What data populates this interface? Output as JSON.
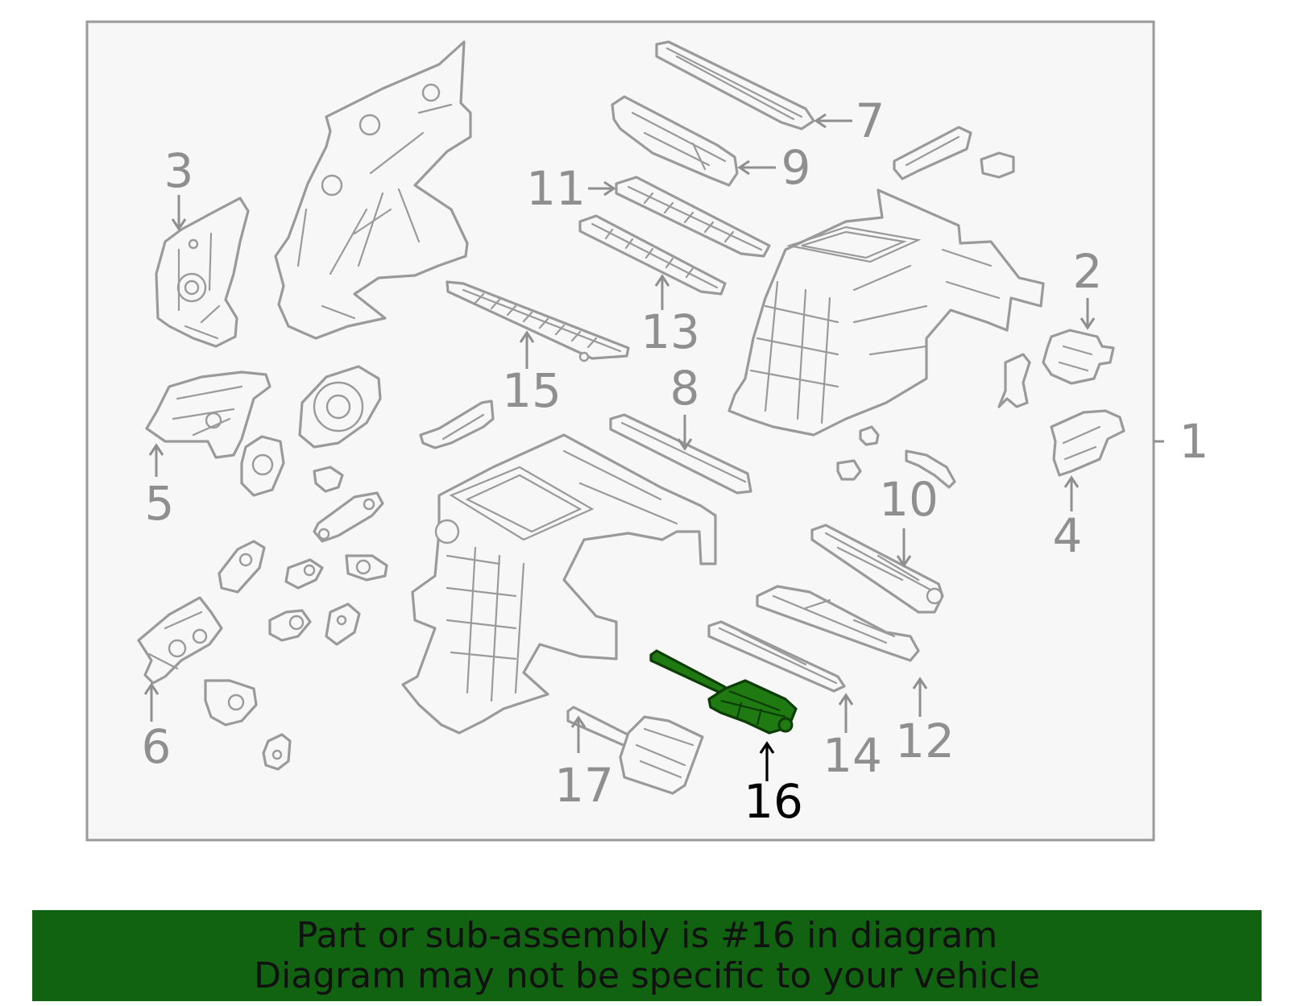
{
  "colors": {
    "panel_background": "#f7f7f7",
    "line_art": "#9a9a9a",
    "highlight_part": "#1f7a12",
    "banner_background": "#116211",
    "highlight_label": "#000000"
  },
  "callouts": {
    "c1": "1",
    "c2": "2",
    "c3": "3",
    "c4": "4",
    "c5": "5",
    "c6": "6",
    "c7": "7",
    "c8": "8",
    "c9": "9",
    "c10": "10",
    "c11": "11",
    "c12": "12",
    "c13": "13",
    "c14": "14",
    "c15": "15",
    "c16": "16",
    "c17": "17"
  },
  "highlighted_callout": "16",
  "banner": {
    "line1": "Part or sub-assembly is #16 in diagram",
    "line2": "Diagram may not be specific to your vehicle"
  }
}
